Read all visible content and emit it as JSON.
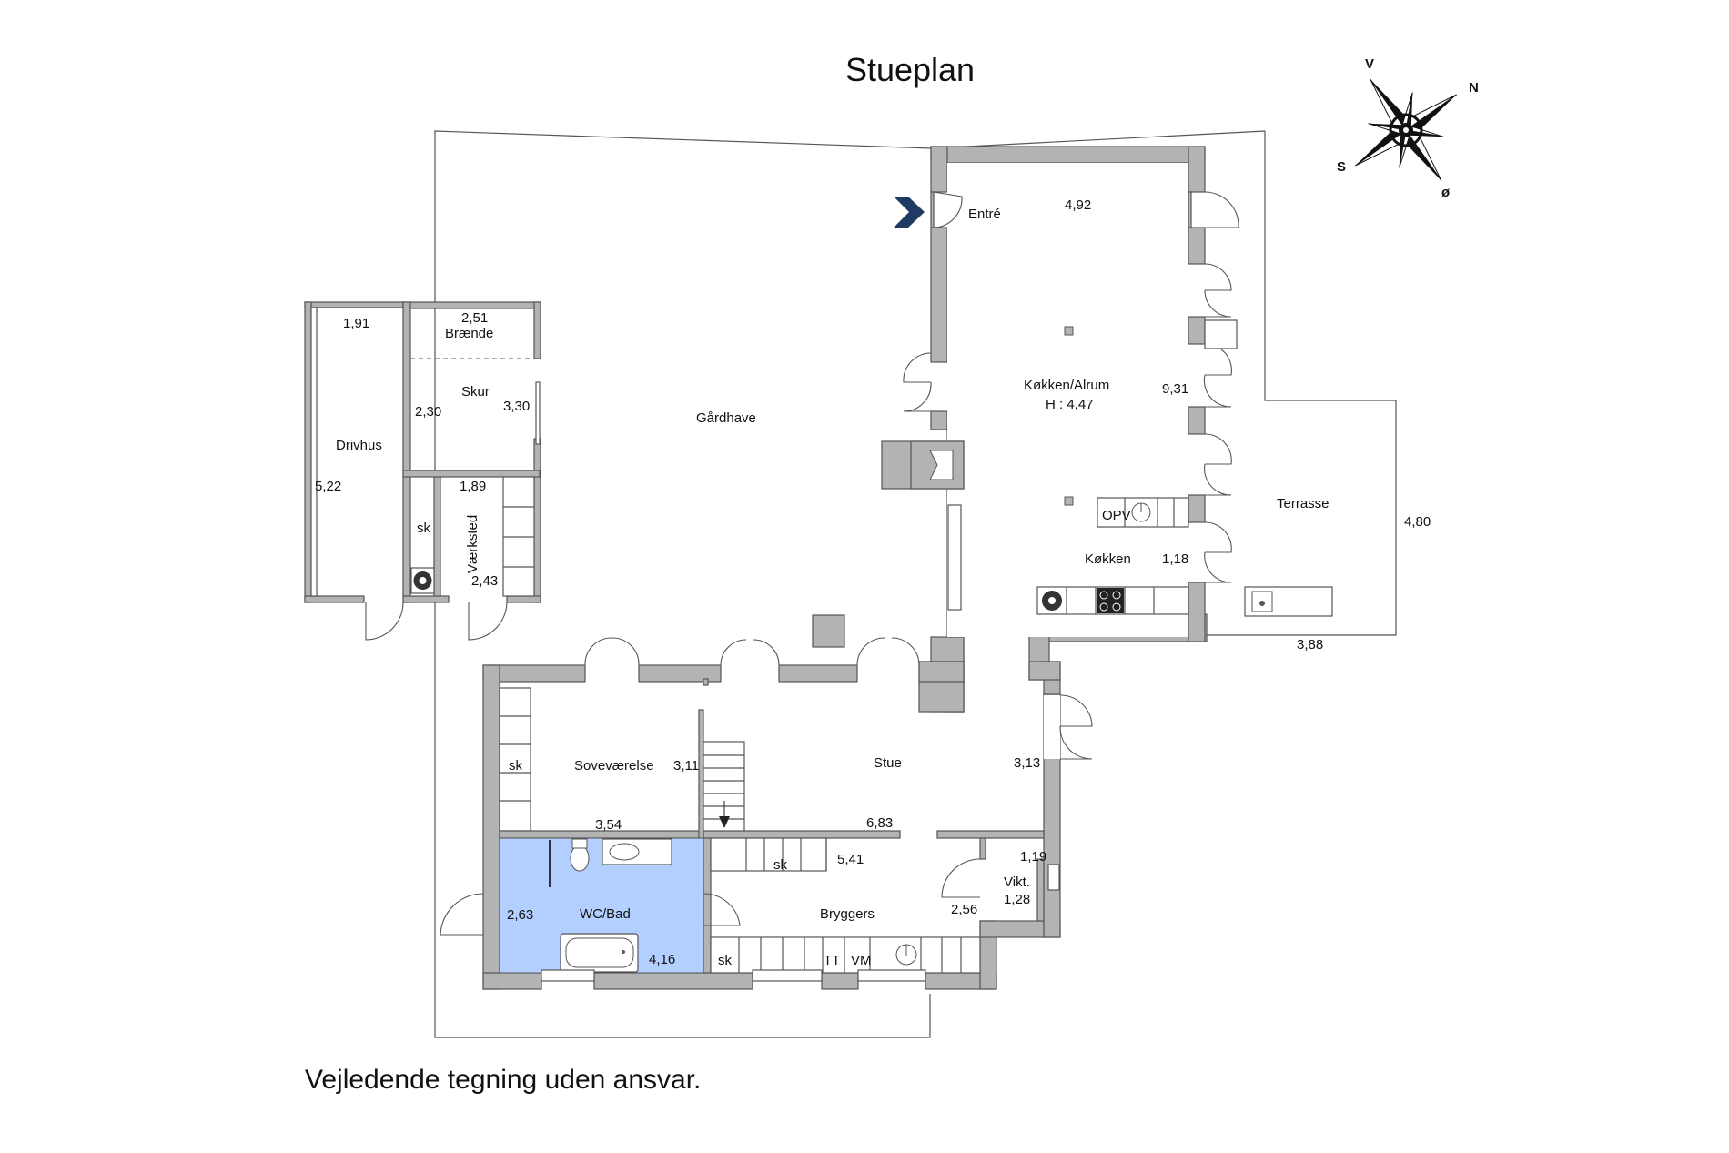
{
  "title": "Stueplan",
  "disclaimer": "Vejledende tegning uden ansvar.",
  "compass": {
    "n": "N",
    "s": "S",
    "v": "V",
    "o": "ø"
  },
  "colors": {
    "wall": "#b3b3b3",
    "bathroom": "#b3cfff",
    "entrance_arrow": "#1f3b63"
  },
  "rooms": {
    "entre": "Entré",
    "kokken_alrum": "Køkken/Alrum",
    "kokken_alrum_height": "H : 4,47",
    "kokken": "Køkken",
    "gardhave": "Gårdhave",
    "terrasse": "Terrasse",
    "drivhus": "Drivhus",
    "braende": "Brænde",
    "skur": "Skur",
    "vaerksted": "Værksted",
    "sovevaerelse": "Soveværelse",
    "stue": "Stue",
    "wc_bad": "WC/Bad",
    "bryggers": "Bryggers",
    "vikt": "Vikt."
  },
  "fixtures": {
    "opv": "OPV",
    "sk1": "sk",
    "sk2": "sk",
    "sk3": "sk",
    "tt": "TT",
    "vm": "VM"
  },
  "dimensions": {
    "d492": "4,92",
    "d931": "9,31",
    "d118": "1,18",
    "d480": "4,80",
    "d388": "3,88",
    "d191": "1,91",
    "d522": "5,22",
    "d251": "2,51",
    "d230": "2,30",
    "d330": "3,30",
    "d189": "1,89",
    "d243": "2,43",
    "d311": "3,11",
    "d313": "3,13",
    "d354": "3,54",
    "d683": "6,83",
    "d541": "5,41",
    "d119": "1,19",
    "d128": "1,28",
    "d263": "2,63",
    "d416": "4,16",
    "d256": "2,56"
  }
}
